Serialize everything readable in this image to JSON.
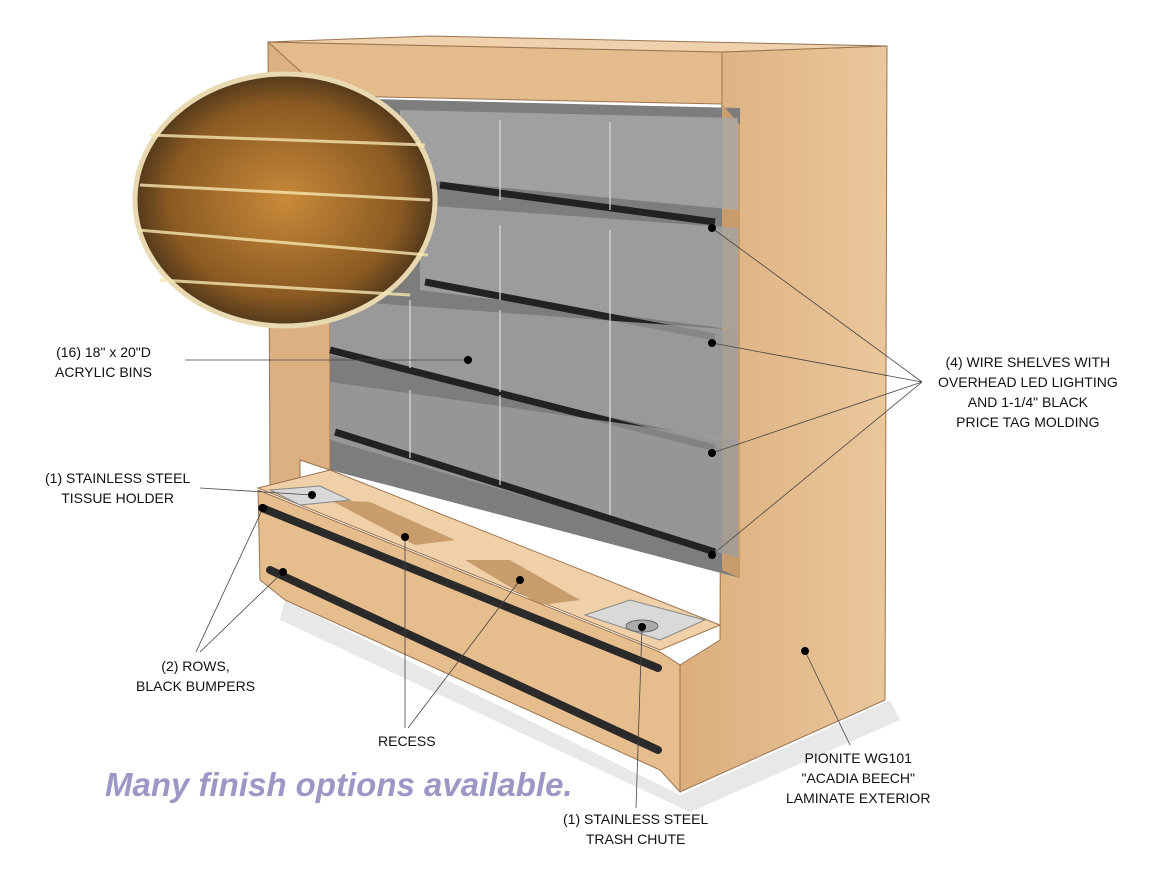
{
  "callouts": {
    "bins": [
      "(16) 18\" x 20\"D",
      "ACRYLIC BINS"
    ],
    "shelves": [
      "(4) WIRE SHELVES WITH",
      "OVERHEAD LED LIGHTING",
      "AND 1-1/4\" BLACK",
      "PRICE TAG MOLDING"
    ],
    "tissue": [
      "(1) STAINLESS STEEL",
      "TISSUE HOLDER"
    ],
    "bumpers": [
      "(2) ROWS,",
      "BLACK BUMPERS"
    ],
    "recess": "RECESS",
    "trash": [
      "(1) STAINLESS STEEL",
      "TRASH CHUTE"
    ],
    "laminate": [
      "PIONITE WG101",
      "\"ACADIA BEECH\"",
      "LAMINATE EXTERIOR"
    ]
  },
  "tagline": "Many finish options available.",
  "colors": {
    "laminate": "#e2b98a",
    "tagline": "#9c98c6",
    "bumper": "#2a2a2a"
  }
}
